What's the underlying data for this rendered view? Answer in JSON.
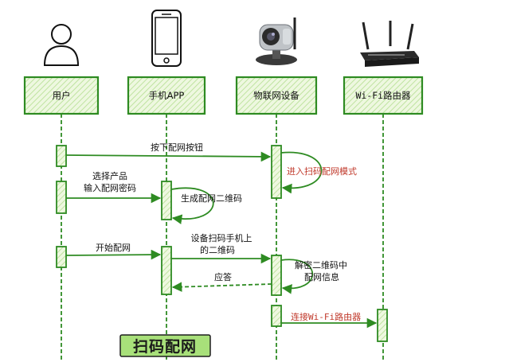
{
  "participants": [
    {
      "label": "用户",
      "icon": "person-icon"
    },
    {
      "label": "手机APP",
      "icon": "smartphone-icon"
    },
    {
      "label": "物联网设备",
      "icon": "ip-camera-icon"
    },
    {
      "label": "Wi-Fi路由器",
      "icon": "wifi-router-icon"
    }
  ],
  "messages": {
    "press_button": "按下配网按钮",
    "enter_mode": "进入扫码配网模式",
    "select_product_1": "选择产品",
    "select_product_2": "输入配网密码",
    "generate_qr": "生成配网二维码",
    "start_pairing": "开始配网",
    "scan_phone_1": "设备扫码手机上",
    "scan_phone_2": "的二维码",
    "decode_1": "解密二维码中",
    "decode_2": "配网信息",
    "reply": "应答",
    "connect_router": "连接Wi-Fi路由器"
  },
  "footer_title": "扫码配网",
  "colors": {
    "green": "#2e8b22",
    "green_fill": "#e6f5d0",
    "title_fill": "#a8e07a",
    "red_text": "#c0392b"
  }
}
